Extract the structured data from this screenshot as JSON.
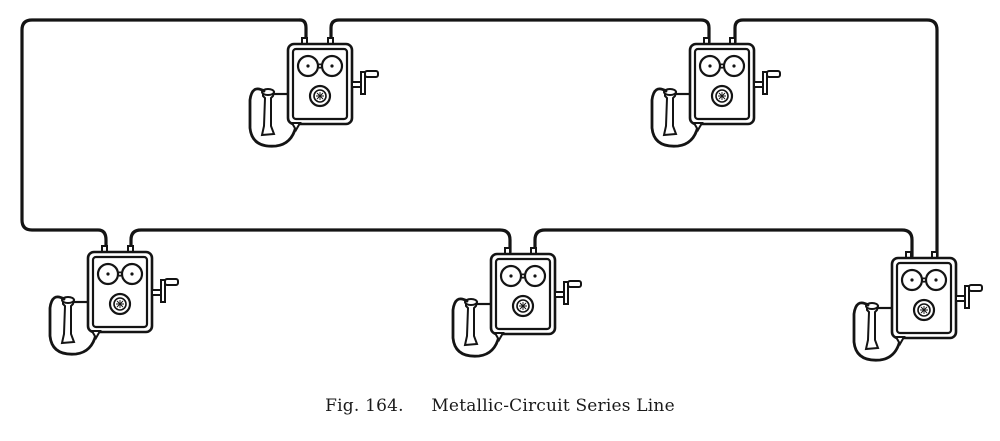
{
  "figure": {
    "number": "Fig. 164.",
    "title": "Metallic-Circuit Series Line"
  },
  "diagram": {
    "type": "wiring-schematic",
    "circuit": "metallic-circuit series line",
    "stations": [
      {
        "id": "station-1",
        "row": "top",
        "order": 1
      },
      {
        "id": "station-2",
        "row": "top",
        "order": 2
      },
      {
        "id": "station-3",
        "row": "bottom",
        "order": 1
      },
      {
        "id": "station-4",
        "row": "bottom",
        "order": 2
      },
      {
        "id": "station-5",
        "row": "bottom",
        "order": 3
      }
    ],
    "station_parts": [
      "bell-gongs",
      "transmitter",
      "magneto-crank",
      "receiver-hook",
      "receiver",
      "receiver-cord"
    ],
    "line_color": "#141414",
    "background": "#ffffff"
  }
}
